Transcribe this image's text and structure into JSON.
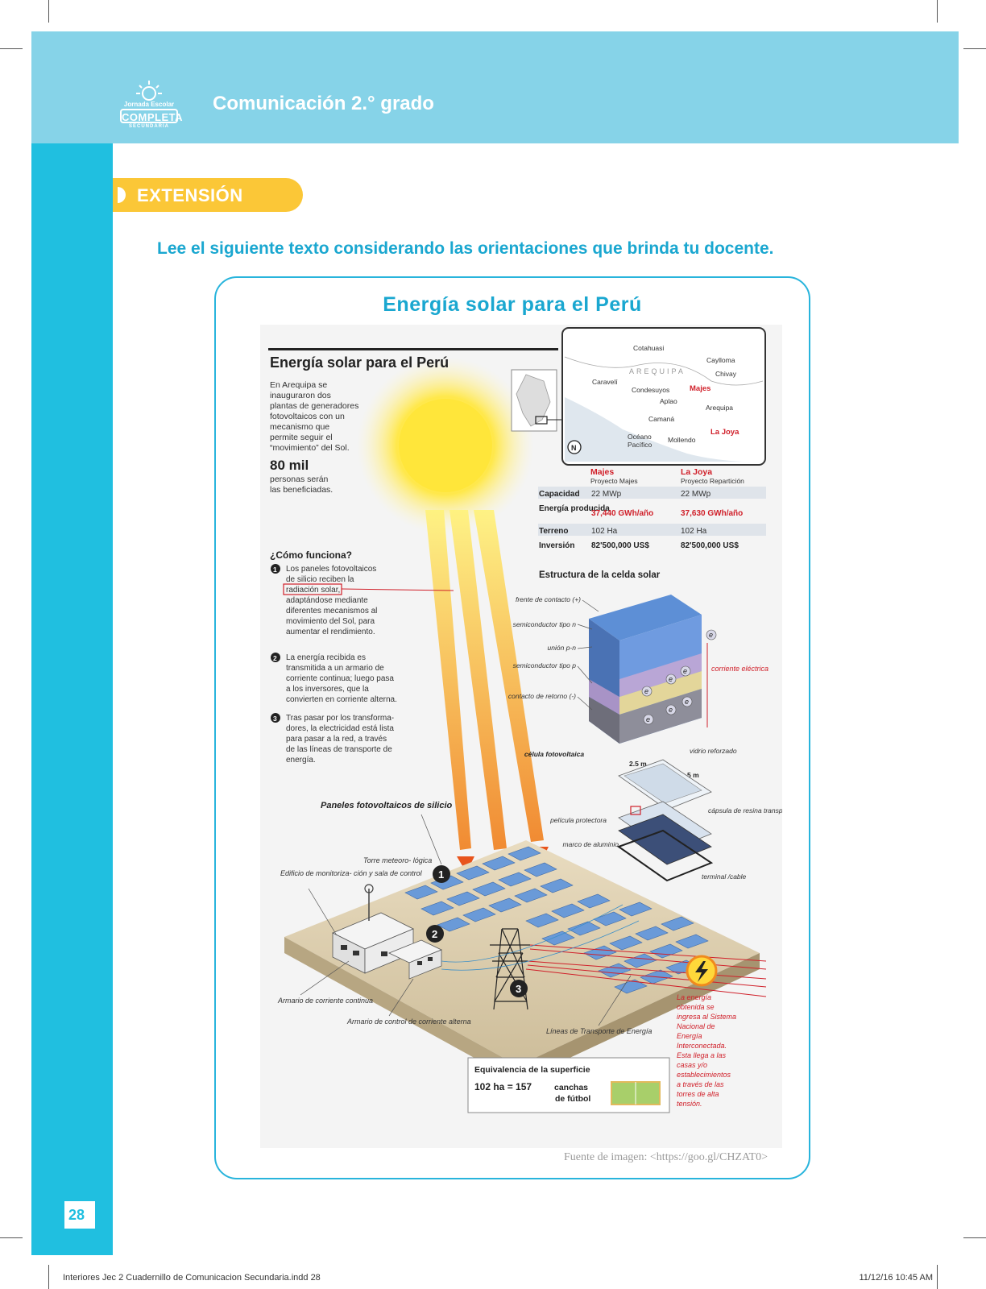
{
  "header": {
    "subject": "Comunicación 2.° grado",
    "logo_top": "Jornada Escolar",
    "logo_main": "COMPLETA",
    "logo_bottom": "SECUNDARIA"
  },
  "section_label": "EXTENSIÓN",
  "instruction": "Lee el siguiente texto considerando las orientaciones que brinda tu docente.",
  "frame_title": "Energía solar para el Perú",
  "infographic": {
    "title": "Energía solar para el Perú",
    "intro": [
      "En Arequipa se",
      "inauguraron dos",
      "plantas de generadores",
      "fotovoltaicos con un",
      "mecanismo que",
      "permite seguir el",
      "“movimiento” del Sol."
    ],
    "stat": "80 mil",
    "stat_caption": [
      "personas serán",
      "las beneficiadas."
    ],
    "map": {
      "places": [
        "Cotahuasi",
        "Caylloma",
        "AREQUIPA",
        "Chivay",
        "Caravelí",
        "Condesuyos",
        "Majes",
        "Aplao",
        "Arequipa",
        "Camaná",
        "Océano",
        "Pacífico",
        "Mollendo",
        "La Joya"
      ],
      "north": "N"
    },
    "table": {
      "col1_name": "Majes",
      "col1_sub": "Proyecto Majes",
      "col2_name": "La Joya",
      "col2_sub": "Proyecto Repartición",
      "rows": [
        {
          "label": "Capacidad",
          "v1": "22 MWp",
          "v2": "22 MWp"
        },
        {
          "label": "Energía producida",
          "v1": "37,440 GWh/año",
          "v2": "37,630 GWh/año"
        },
        {
          "label": "Terreno",
          "v1": "102 Ha",
          "v2": "102 Ha"
        },
        {
          "label": "Inversión",
          "v1": "82'500,000 US$",
          "v2": "82'500,000 US$"
        }
      ]
    },
    "how_title": "¿Cómo funciona?",
    "steps": [
      {
        "n": "1",
        "lines": [
          "Los paneles fotovoltaicos",
          "de silicio reciben la",
          "radiación solar,",
          "adaptándose mediante",
          "diferentes mecanismos al",
          "movimiento del Sol, para",
          "aumentar el rendimiento."
        ]
      },
      {
        "n": "2",
        "lines": [
          "La energía recibida es",
          "transmitida a un armario de",
          "corriente continua; luego pasa",
          "a los inversores, que la",
          "convierten en corriente alterna."
        ]
      },
      {
        "n": "3",
        "lines": [
          "Tras pasar por los transforma-",
          "dores, la electricidad está lista",
          "para pasar a la red, a través",
          "de las líneas de transporte de",
          "energía."
        ]
      }
    ],
    "cell_title": "Estructura de la celda solar",
    "cell_labels": [
      "frente de contacto (+)",
      "semiconductor tipo n",
      "unión p-n",
      "semiconductor tipo p",
      "contacto de retorno (-)",
      "corriente eléctrica",
      "célula fotovoltaica",
      "vidrio reforzado",
      "2.5 m",
      "5 m",
      "película protectora",
      "cápsula de resina transparente",
      "marco de aluminio",
      "terminal /cable"
    ],
    "electron": "e",
    "plant_labels": {
      "panels": "Paneles fotovoltaicos de silicio",
      "tower": "Torre meteoro- lógica",
      "building": "Edificio de monitoriza- ción y sala de control",
      "dc": "Armario de corriente continua",
      "ac": "Armario de control de corriente alterna",
      "lines": "Líneas de Transporte de Energía"
    },
    "grid_note": [
      "La energía",
      "obtenida se",
      "ingresa al Sistema",
      "Nacional de",
      "Energía",
      "Interconectada.",
      "Esta llega a las",
      "casas y/o",
      "establecimientos",
      "a través de las",
      "torres de alta",
      "tensión."
    ],
    "equiv_title": "Equivalencia de la superficie",
    "equiv_value": "102 ha = 157",
    "equiv_unit": "canchas",
    "equiv_unit2": "de fútbol"
  },
  "source": "Fuente de imagen: <https://goo.gl/CHZAT0>",
  "page_number": "28",
  "slug_left": "Interiores Jec 2 Cuadernillo de Comunicacion Secundaria.indd   28",
  "slug_right": "11/12/16   10:45 AM",
  "colors": {
    "header": "#86d3e8",
    "left_bar": "#20bfe0",
    "accent": "#1aa7d0",
    "tab": "#fbc737",
    "red": "#d0202a"
  }
}
